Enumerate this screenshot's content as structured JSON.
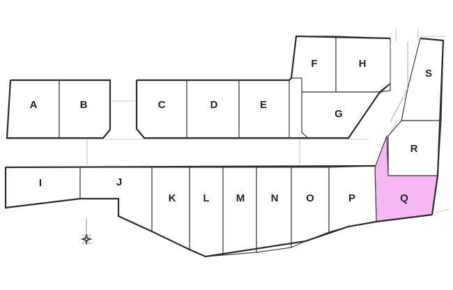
{
  "lots": [
    {
      "id": "a",
      "label": "A"
    },
    {
      "id": "b",
      "label": "B"
    },
    {
      "id": "c",
      "label": "C"
    },
    {
      "id": "d",
      "label": "D"
    },
    {
      "id": "e",
      "label": "E"
    },
    {
      "id": "f",
      "label": "F"
    },
    {
      "id": "h",
      "label": "H"
    },
    {
      "id": "g",
      "label": "G"
    },
    {
      "id": "s",
      "label": "S"
    },
    {
      "id": "r",
      "label": "R"
    },
    {
      "id": "q",
      "label": "Q",
      "highlighted": true
    },
    {
      "id": "i",
      "label": "I"
    },
    {
      "id": "j",
      "label": "J"
    },
    {
      "id": "k",
      "label": "K"
    },
    {
      "id": "l",
      "label": "L"
    },
    {
      "id": "m",
      "label": "M"
    },
    {
      "id": "n",
      "label": "N"
    },
    {
      "id": "o",
      "label": "O"
    },
    {
      "id": "p",
      "label": "P"
    }
  ],
  "colors": {
    "highlight": "#f5b8f5",
    "line": "#3a3a3a",
    "background": "#ffffff"
  },
  "icons": {
    "north_arrow": "compass-rose-icon"
  }
}
